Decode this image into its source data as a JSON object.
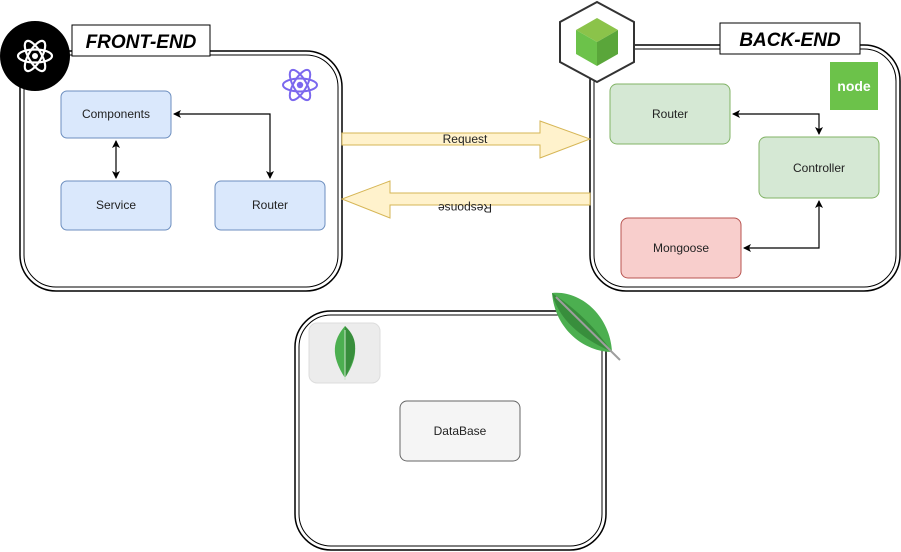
{
  "frontend": {
    "title": "FRONT-END",
    "nodes": {
      "components": "Components",
      "service": "Service",
      "router": "Router"
    }
  },
  "backend": {
    "title": "BACK-END",
    "nodes": {
      "router": "Router",
      "controller": "Controller",
      "mongoose": "Mongoose"
    },
    "node_logo": "node"
  },
  "database": {
    "nodes": {
      "db": "DataBase"
    }
  },
  "arrows": {
    "request": "Request",
    "response": "Response"
  },
  "icons": [
    "react-icon",
    "react-atom-icon",
    "nodejs-hexagon-icon",
    "nodejs-logo-icon",
    "mongodb-leaf-icon",
    "mongodb-app-icon"
  ],
  "colors": {
    "blue_fill": "#dae8fc",
    "blue_stroke": "#6c8ebf",
    "green_fill": "#d5e8d4",
    "green_stroke": "#82b366",
    "red_fill": "#f8cecc",
    "red_stroke": "#b85450",
    "gray_fill": "#f5f5f5",
    "gray_stroke": "#666666",
    "arrow_fill": "#fff2cc",
    "arrow_stroke": "#d6b656",
    "mongo_green": "#4caf50",
    "node_green": "#6cc24a"
  }
}
